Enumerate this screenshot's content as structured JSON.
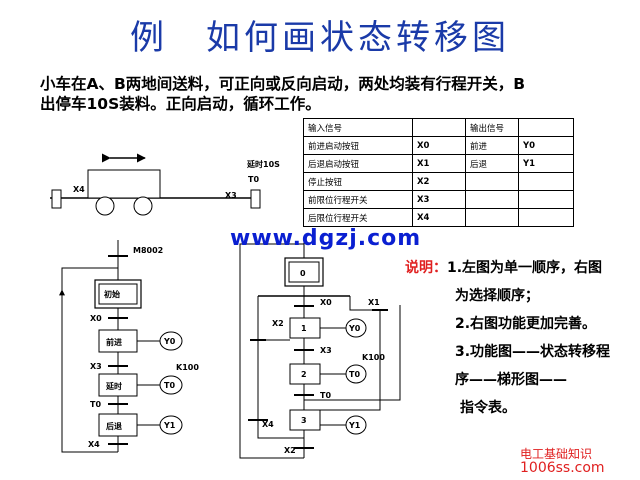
{
  "title": "例　如何画状态转移图",
  "description_lines": [
    "小车在A、B两地间送料，可正向或反向启动，两处均装有行程开关，B",
    "出停车10S装料。正向启动，循环工作。"
  ],
  "io_table": {
    "headers": [
      "输入信号",
      "",
      "输出信号",
      ""
    ],
    "rows": [
      [
        "前进启动按钮",
        "X0",
        "前进",
        "Y0"
      ],
      [
        "后退启动按钮",
        "X1",
        "后退",
        "Y1"
      ],
      [
        "停止按钮",
        "X2",
        "",
        ""
      ],
      [
        "前限位行程开关",
        "X3",
        "",
        ""
      ],
      [
        "后限位行程开关",
        "X4",
        "",
        ""
      ]
    ]
  },
  "cart": {
    "delay_label": "延时10S",
    "t0": "T0",
    "x4": "X4",
    "x3": "X3"
  },
  "left_chart": {
    "top_label": "M8002",
    "steps": [
      "初始",
      "前进",
      "延时",
      "后退"
    ],
    "outputs": [
      "Y0",
      "T0",
      "Y1"
    ],
    "conditions": [
      "X0",
      "X3",
      "T0",
      "X4"
    ],
    "k_label": "K100"
  },
  "right_chart": {
    "steps": [
      "0",
      "1",
      "2",
      "3"
    ],
    "outputs": [
      "Y0",
      "T0",
      "Y1"
    ],
    "conditions": [
      "X0",
      "X1",
      "X2",
      "X3",
      "T0",
      "X4",
      "X2"
    ],
    "k_label": "K100"
  },
  "notes": {
    "lead": "说明：",
    "lines": [
      "1.左图为单一顺序，右图",
      "为选择顺序；",
      "2.右图功能更加完善。",
      "3.功能图——状态转移程",
      "序——梯形图——",
      "指令表。"
    ]
  },
  "watermark": "www.dgzj.com",
  "source_line1": "电工基础知识",
  "source_line2": "1006ss.com",
  "colors": {
    "title": "#1a3aa8",
    "lead": "#e02020",
    "watermark": "#0a1fd1"
  }
}
